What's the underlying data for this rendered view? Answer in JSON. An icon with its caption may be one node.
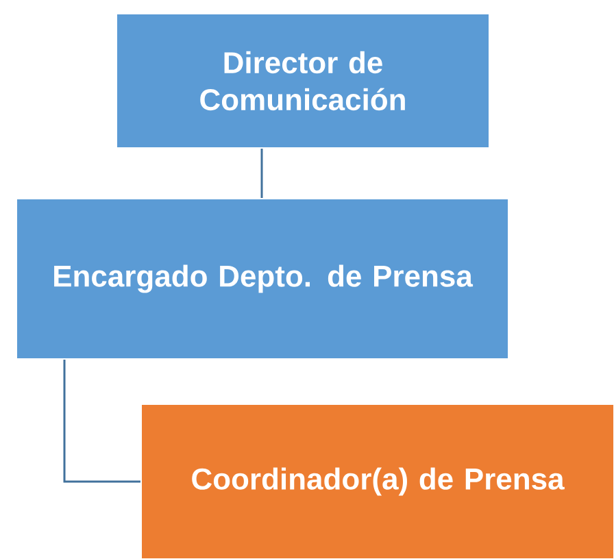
{
  "diagram": {
    "nodes": [
      {
        "text": [
          "Director de Comunicación"
        ]
      },
      {
        "text": [
          "Encargado Depto. de Prensa"
        ]
      },
      {
        "text": [
          "Coordinador(a) de Prensa"
        ]
      }
    ],
    "edges": [
      {
        "from": 0,
        "to": 1,
        "arrow": "none"
      },
      {
        "from": 1,
        "to": 2,
        "arrow": "none"
      }
    ]
  }
}
